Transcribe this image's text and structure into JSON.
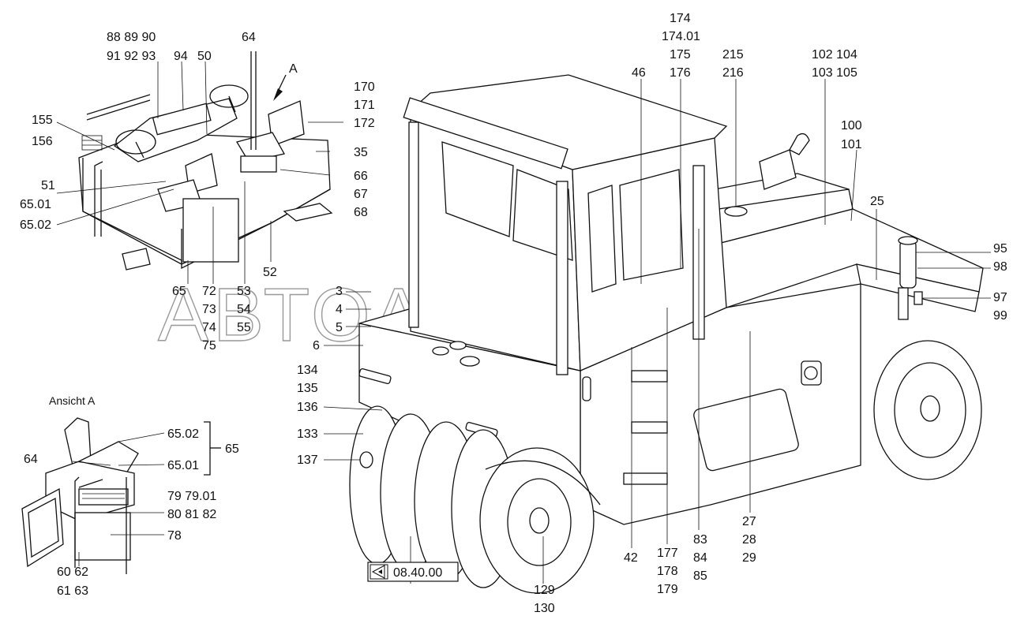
{
  "watermark": "АВТОАЛЬЯНС",
  "view_label": "Ansicht A",
  "arrow_label": "A",
  "reference_box": "08.40.00",
  "labels": {
    "l_88_89_90": "88 89 90",
    "l_91_92_93": "91 92 93",
    "l_94": "94",
    "l_50": "50",
    "l_64a": "64",
    "l_155": "155",
    "l_156": "156",
    "l_51": "51",
    "l_65_01a": "65.01",
    "l_65_02a": "65.02",
    "l_170": "170",
    "l_171": "171",
    "l_172": "172",
    "l_35": "35",
    "l_66": "66",
    "l_67": "67",
    "l_68": "68",
    "l_52": "52",
    "l_65a": "65",
    "l_72": "72",
    "l_73": "73",
    "l_74": "74",
    "l_75": "75",
    "l_53": "53",
    "l_54": "54",
    "l_55": "55",
    "l_3": "3",
    "l_4": "4",
    "l_5": "5",
    "l_6": "6",
    "l_134": "134",
    "l_135": "135",
    "l_136": "136",
    "l_133": "133",
    "l_137": "137",
    "l_46": "46",
    "l_174": "174",
    "l_174_01": "174.01",
    "l_175": "175",
    "l_176": "176",
    "l_215": "215",
    "l_216": "216",
    "l_102_104": "102 104",
    "l_103_105": "103 105",
    "l_100": "100",
    "l_101": "101",
    "l_25": "25",
    "l_95": "95",
    "l_98": "98",
    "l_97": "97",
    "l_99": "99",
    "l_27": "27",
    "l_28": "28",
    "l_29": "29",
    "l_83": "83",
    "l_84": "84",
    "l_85": "85",
    "l_177": "177",
    "l_178": "178",
    "l_179": "179",
    "l_42": "42",
    "l_129": "129",
    "l_130": "130",
    "l_65_02b": "65.02",
    "l_65_01b": "65.01",
    "l_65b": "65",
    "l_64b": "64",
    "l_79_79_01": "79  79.01",
    "l_80_81_82": "80  81  82",
    "l_78": "78",
    "l_60_62": "60  62",
    "l_61_63": "61  63"
  }
}
